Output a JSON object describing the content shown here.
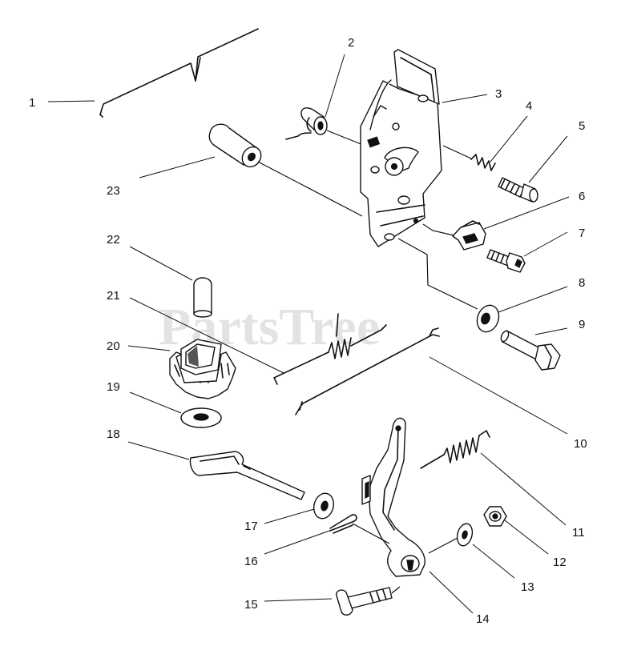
{
  "diagram": {
    "watermark": "PartsTree",
    "callouts": [
      "1",
      "2",
      "3",
      "4",
      "5",
      "6",
      "7",
      "8",
      "9",
      "10",
      "11",
      "12",
      "13",
      "14",
      "15",
      "16",
      "17",
      "18",
      "19",
      "20",
      "21",
      "22",
      "23"
    ]
  },
  "icons": {
    "parts": [
      "governor-rod",
      "spring-bushing",
      "control-bracket",
      "compression-spring",
      "screw",
      "spring-clip",
      "hex-screw",
      "washer",
      "shoulder-bolt",
      "choke-link",
      "extension-spring",
      "hex-nut",
      "flat-washer",
      "governor-lever",
      "carriage-bolt",
      "cotter-pin",
      "washer-small",
      "governor-shaft",
      "thrust-washer",
      "governor-gear",
      "governor-spring-link",
      "governor-spool",
      "sleeve-spacer"
    ]
  }
}
